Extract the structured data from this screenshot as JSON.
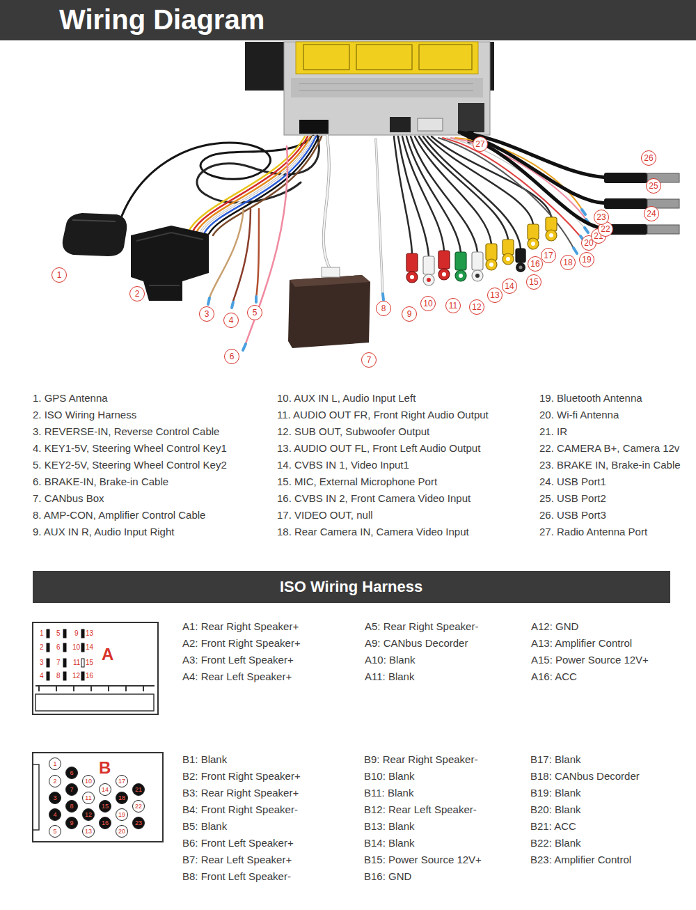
{
  "diagram": {
    "title": "Wiring Diagram",
    "nodes": [
      {
        "text": [
          "ISO Wiring Harness"
        ]
      },
      {
        "text": [
          "A"
        ]
      },
      {
        "text": [
          "B"
        ]
      }
    ],
    "labels": [
      "1",
      "2",
      "3",
      "4",
      "5",
      "6",
      "7",
      "8",
      "9",
      "10",
      "11",
      "12",
      "13",
      "14",
      "15",
      "16",
      "17",
      "18",
      "19",
      "20",
      "21",
      "22",
      "23",
      "24",
      "25",
      "26",
      "27",
      "1. GPS Antenna",
      "2. ISO Wiring Harness",
      "3. REVERSE-IN, Reverse Control Cable",
      "4. KEY1-5V, Steering Wheel Control Key1",
      "5. KEY2-5V, Steering Wheel Control Key2",
      "6. BRAKE-IN, Brake-in Cable",
      "7. CANbus Box",
      "8. AMP-CON, Amplifier Control Cable",
      "9. AUX IN R, Audio Input Right",
      "10. AUX IN L, Audio Input Left",
      "11. AUDIO OUT FR, Front Right Audio Output",
      "12. SUB OUT, Subwoofer Output",
      "13. AUDIO OUT FL, Front Left Audio Output",
      "14. CVBS IN 1, Video Input1",
      "15. MIC, External Microphone Port",
      "16. CVBS IN 2, Front Camera Video Input",
      "17. VIDEO OUT, null",
      "18. Rear Camera IN, Camera Video Input",
      "19. Bluetooth Antenna",
      "20. Wi-fi Antenna",
      "21. IR",
      "22. CAMERA B+, Camera 12v",
      "23. BRAKE IN, Brake-in Cable",
      "24. USB Port1",
      "25. USB Port2",
      "26. USB Port3",
      "27. Radio Antenna Port",
      "1",
      "5",
      "9",
      "13",
      "2",
      "6",
      "10",
      "14",
      "3",
      "7",
      "11",
      "15",
      "4",
      "8",
      "12",
      "16",
      "A1: Rear Right Speaker+",
      "A2: Front Right Speaker+",
      "A3: Front Left Speaker+",
      "A4: Rear Left Speaker+",
      "A5: Rear Right Speaker-",
      "A9: CANbus Decorder",
      "A10: Blank",
      "A11: Blank",
      "A12: GND",
      "A13: Amplifier Control",
      "A15: Power Source 12V+",
      "A16: ACC",
      "1",
      "2",
      "3",
      "4",
      "5",
      "6",
      "7",
      "8",
      "9",
      "10",
      "11",
      "12",
      "13",
      "14",
      "15",
      "16",
      "17",
      "18",
      "19",
      "20",
      "21",
      "22",
      "23",
      "B1: Blank",
      "B2: Front Right Speaker+",
      "B3: Rear Right Speaker+",
      "B4: Front Right Speaker-",
      "B5: Blank",
      "B6: Front Left Speaker+",
      "B7: Rear Left Speaker+",
      "B8: Front Left Speaker-",
      "B9: Rear Right Speaker-",
      "B10: Blank",
      "B11: Blank",
      "B12: Rear Left Speaker-",
      "B13: Blank",
      "B14: Blank",
      "B15: Power Source 12V+",
      "B16: GND",
      "B17: Blank",
      "B18: CANbus Decorder",
      "B19: Blank",
      "B20: Blank",
      "B21: ACC",
      "B22: Blank",
      "B23: Amplifier Control"
    ]
  }
}
